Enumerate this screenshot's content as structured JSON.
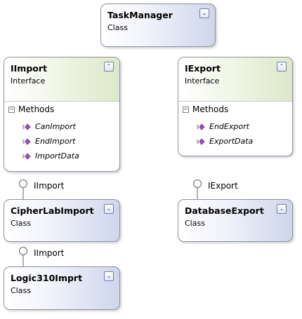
{
  "shapes": {
    "task_manager": {
      "name": "TaskManager",
      "kind": "Class",
      "toggle": "expand"
    },
    "iimport": {
      "name": "IImport",
      "kind": "Interface",
      "toggle": "collapse",
      "section": "Methods",
      "members": [
        "CanImport",
        "EndImport",
        "ImportData"
      ]
    },
    "iexport": {
      "name": "IExport",
      "kind": "Interface",
      "toggle": "collapse",
      "section": "Methods",
      "members": [
        "EndExport",
        "ExportData"
      ]
    },
    "cipherlab": {
      "name": "CipherLabImport",
      "kind": "Class",
      "toggle": "expand"
    },
    "database_export": {
      "name": "DatabaseExport",
      "kind": "Class",
      "toggle": "expand"
    },
    "logic310": {
      "name": "Logic310Imprt",
      "kind": "Class",
      "toggle": "expand"
    }
  },
  "lollipops": {
    "iimport_1": "IImport",
    "iexport": "IExport",
    "iimport_2": "IImport"
  },
  "colors": {
    "class_gradient": "#cfd6ec",
    "interface_gradient": "#dde8c8",
    "method_icon": "#a04bc4",
    "border": "#8d929e"
  }
}
